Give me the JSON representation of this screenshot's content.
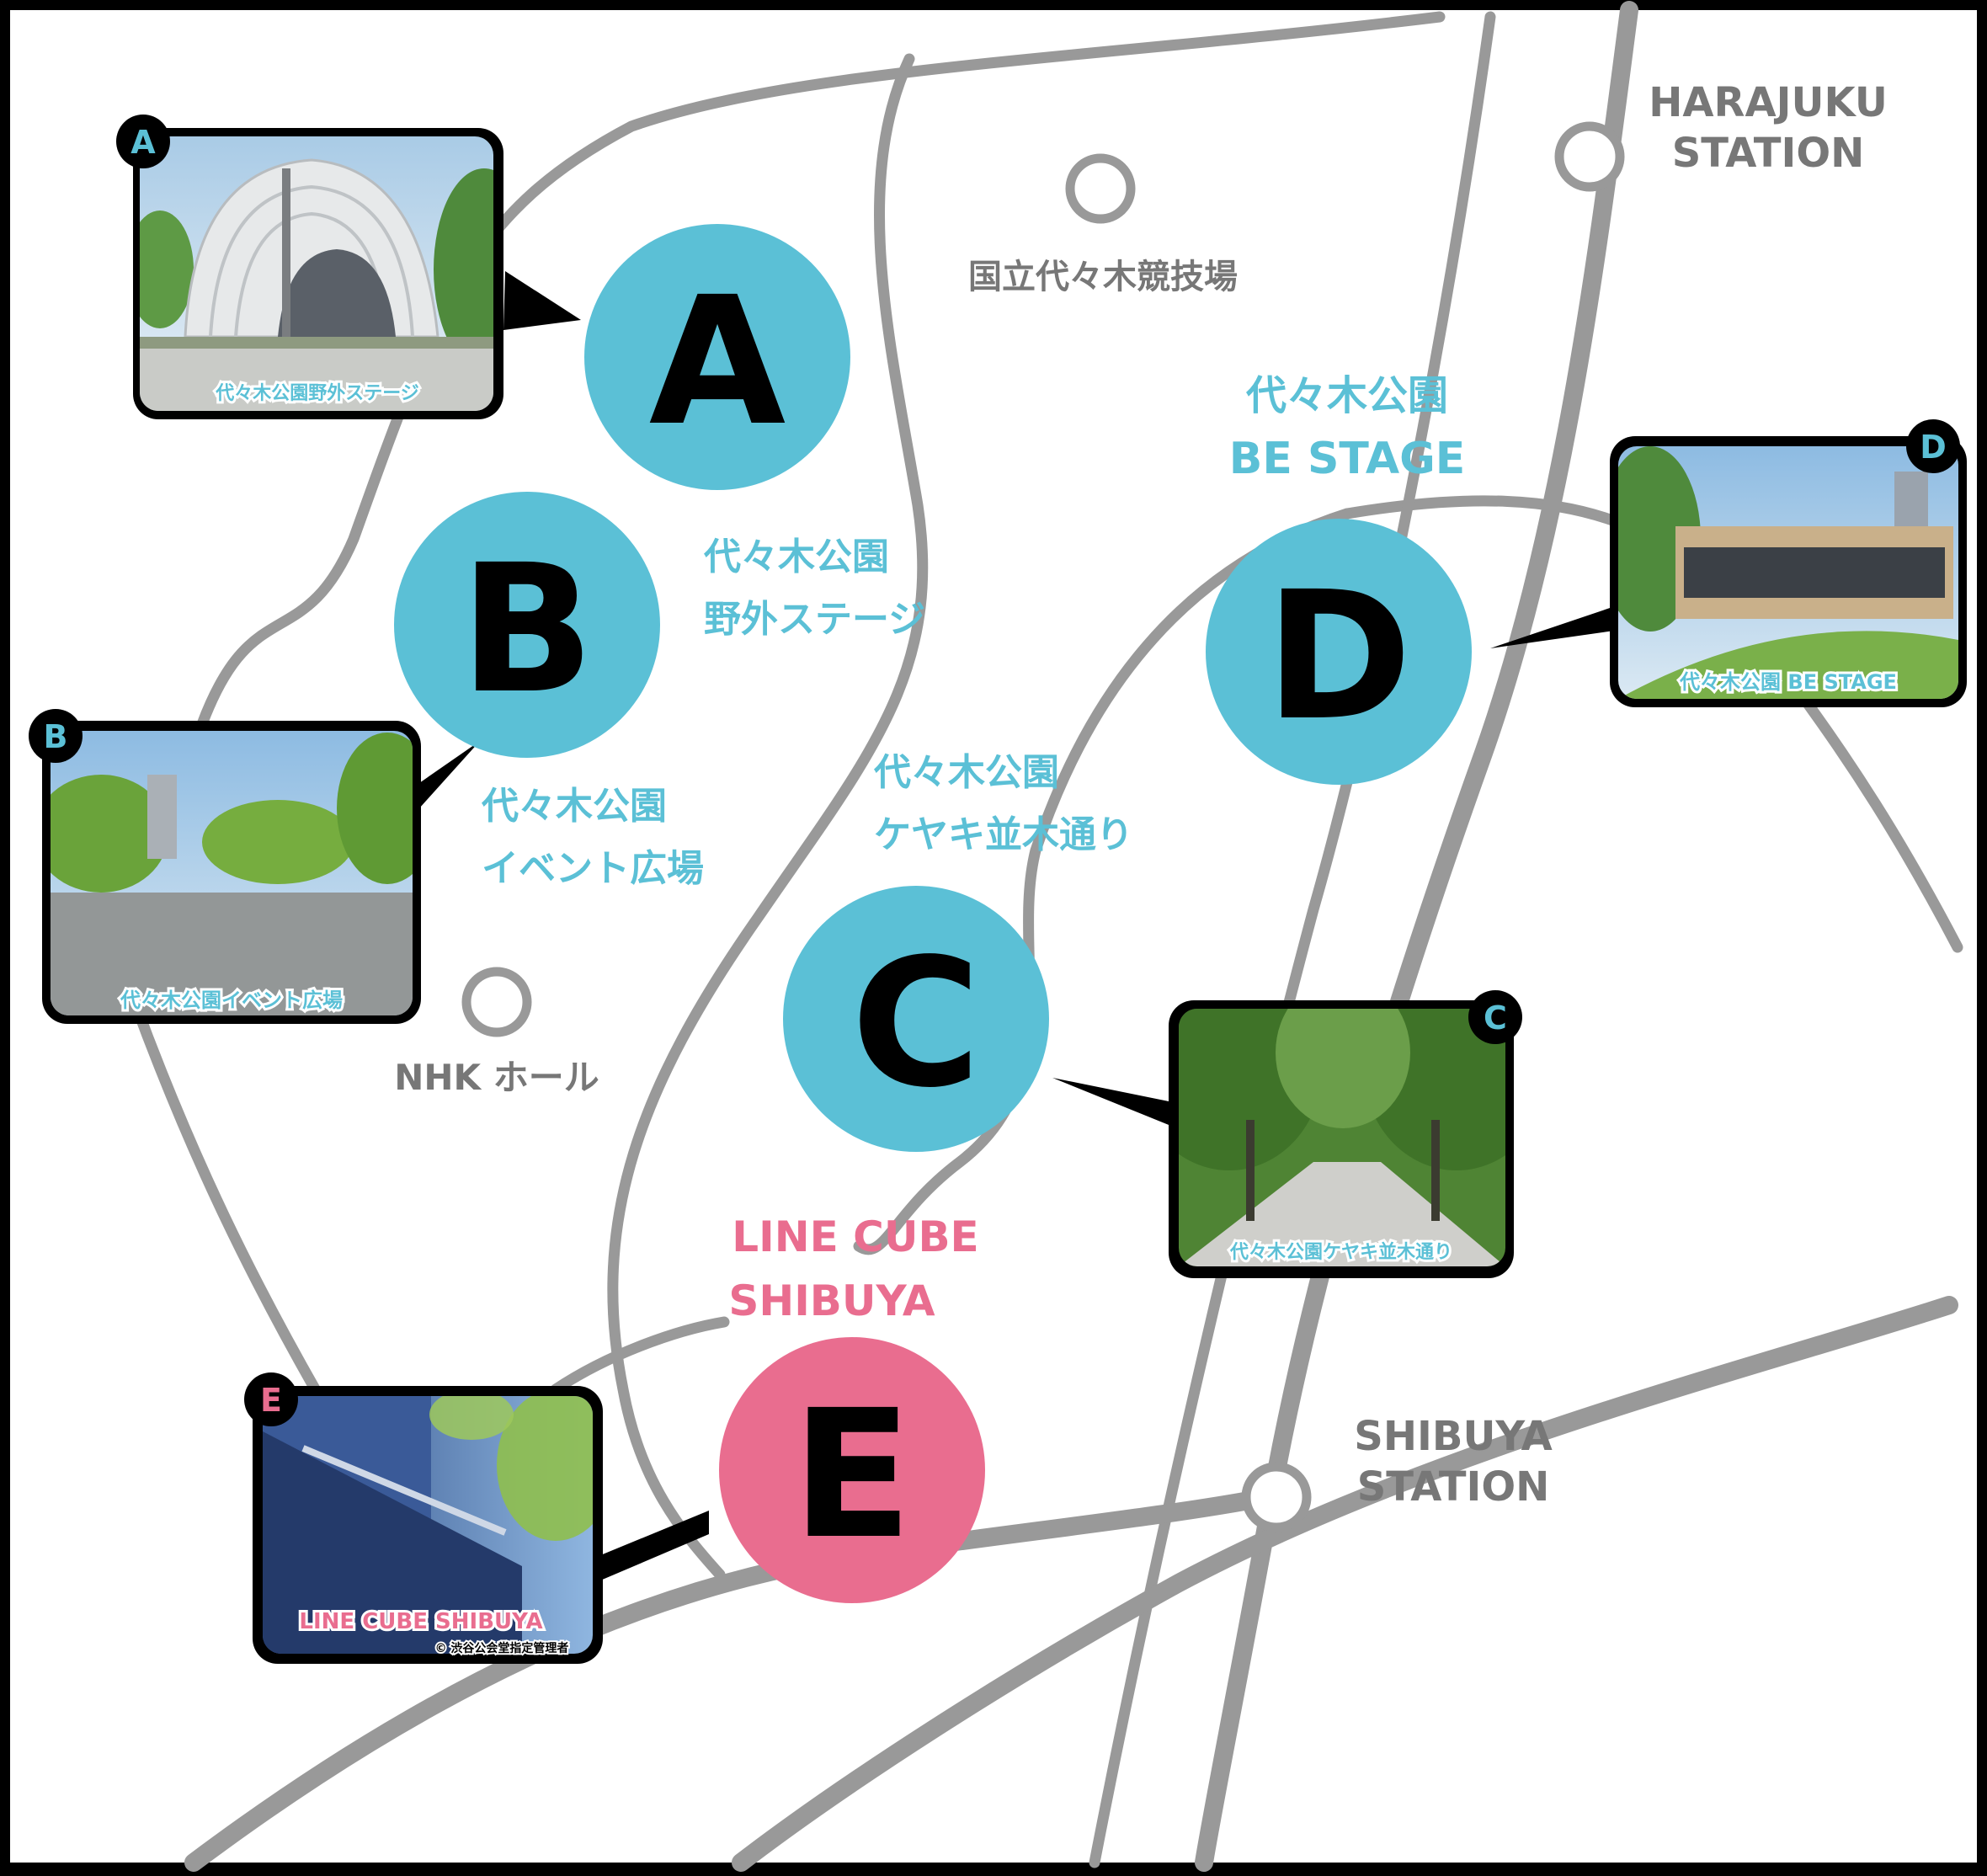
{
  "colors": {
    "frame": "#000000",
    "background": "#ffffff",
    "road": "#999999",
    "marker_blue": "#5bc0d6",
    "marker_pink": "#e96d8f",
    "label_gray": "#777777",
    "letter": "#000000"
  },
  "stations": {
    "harajuku": {
      "line1": "HARAJUKU",
      "line2": "STATION"
    },
    "shibuya": {
      "line1": "SHIBUYA",
      "line2": "STATION"
    }
  },
  "landmarks": {
    "stadium": "国立代々木競技場",
    "nhk_hall": "NHK ホール"
  },
  "venues": [
    {
      "id": "A",
      "label_lines": [
        "代々木公園",
        "野外ステージ"
      ],
      "photo_caption": "代々木公園野外ステージ",
      "color": "#5bc0d6"
    },
    {
      "id": "B",
      "label_lines": [
        "代々木公園",
        "イベント広場"
      ],
      "photo_caption": "代々木公園イベント広場",
      "color": "#5bc0d6"
    },
    {
      "id": "C",
      "label_lines": [
        "代々木公園",
        "ケヤキ並木通り"
      ],
      "photo_caption": "代々木公園ケヤキ並木通り",
      "color": "#5bc0d6"
    },
    {
      "id": "D",
      "label_lines": [
        "代々木公園",
        "BE STAGE"
      ],
      "photo_caption": "代々木公園 BE STAGE",
      "color": "#5bc0d6"
    },
    {
      "id": "E",
      "label_lines": [
        "LINE CUBE",
        "SHIBUYA"
      ],
      "photo_caption": "LINE CUBE SHIBUYA",
      "photo_credit": "© 渋谷公会堂指定管理者",
      "color": "#e96d8f"
    }
  ],
  "photo_icons": [
    "bandshell-photo",
    "event-plaza-photo",
    "zelkova-avenue-photo",
    "be-stage-photo",
    "line-cube-photo"
  ]
}
